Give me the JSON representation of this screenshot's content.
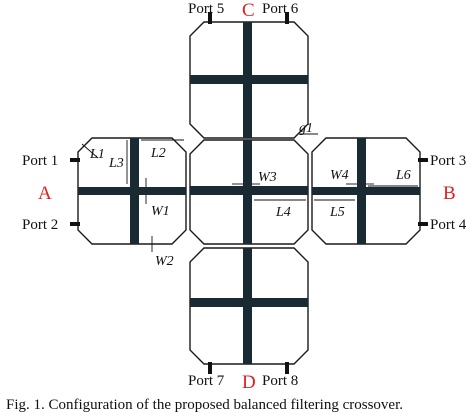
{
  "ports": {
    "p1": "Port 1",
    "p2": "Port 2",
    "p3": "Port 3",
    "p4": "Port 4",
    "p5": "Port 5",
    "p6": "Port 6",
    "p7": "Port 7",
    "p8": "Port 8"
  },
  "sides": {
    "a": "A",
    "b": "B",
    "c": "C",
    "d": "D"
  },
  "dims": {
    "L1": "L1",
    "L2": "L2",
    "L3": "L3",
    "L4": "L4",
    "L5": "L5",
    "L6": "L6",
    "W1": "W1",
    "W2": "W2",
    "W3": "W3",
    "W4": "W4",
    "g1": "g1"
  },
  "caption": "Fig. 1. Configuration of the proposed balanced filtering crossover.",
  "colors": {
    "accent": "#e02020",
    "strip": "#1a2a33"
  }
}
